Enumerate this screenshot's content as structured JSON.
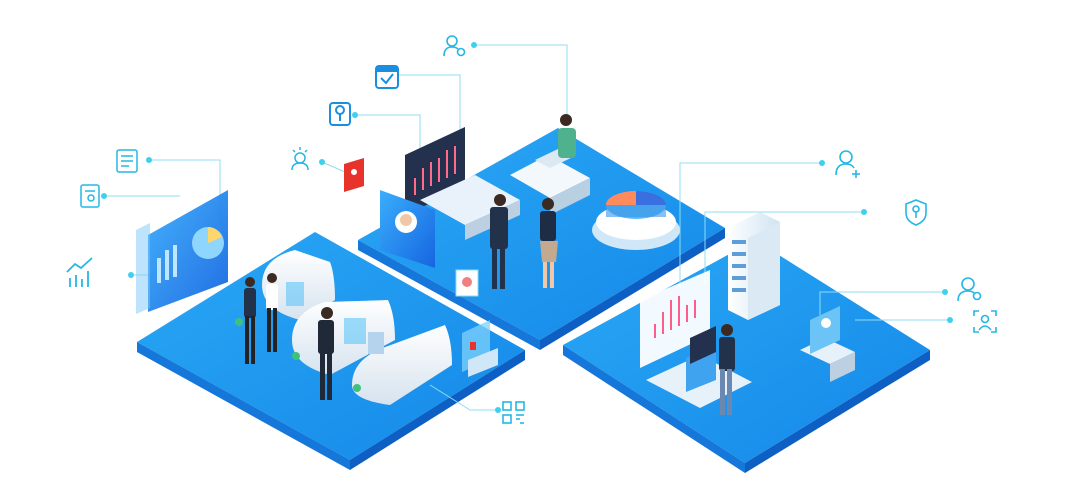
{
  "scene": {
    "accent": "#1aa5f2",
    "platform_top": "#1f9cf0",
    "platform_side": "#0f6fd0",
    "icon_color": "#23b7e5",
    "connector_color": "#7fd8f2",
    "alert_color": "#e8322c",
    "connector_dot": "#3fd0ef"
  },
  "icons": [
    {
      "name": "user-gear-icon",
      "kind": "user-settings"
    },
    {
      "name": "calendar-check-icon",
      "kind": "calendar"
    },
    {
      "name": "key-badge-icon",
      "kind": "key"
    },
    {
      "name": "guard-alarm-icon",
      "kind": "guard"
    },
    {
      "name": "alert-person-icon",
      "kind": "alert"
    },
    {
      "name": "document-list-icon",
      "kind": "document"
    },
    {
      "name": "id-card-icon",
      "kind": "id-card"
    },
    {
      "name": "analytics-chart-icon",
      "kind": "trend"
    },
    {
      "name": "add-user-icon",
      "kind": "add-user"
    },
    {
      "name": "shield-key-icon",
      "kind": "shield"
    },
    {
      "name": "user-settings-icon",
      "kind": "user-check"
    },
    {
      "name": "face-scan-icon",
      "kind": "face-scan"
    },
    {
      "name": "qr-code-icon",
      "kind": "qr"
    }
  ]
}
